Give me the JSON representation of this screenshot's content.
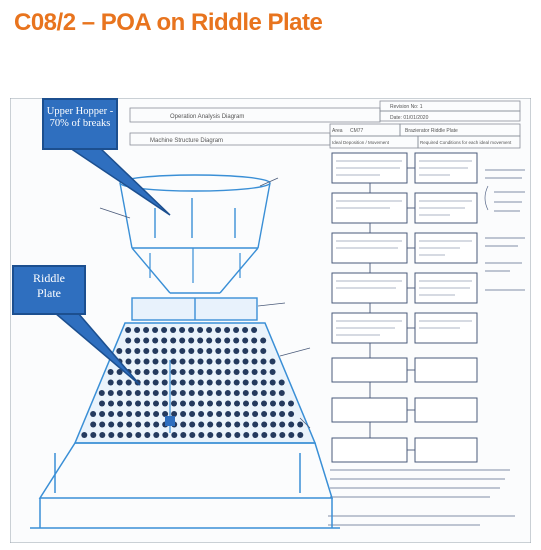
{
  "slide": {
    "title": "C08/2 – POA on Riddle Plate"
  },
  "callouts": {
    "upper_hopper": {
      "line1": "Upper Hopper -",
      "line2": "70% of breaks"
    },
    "riddle_plate": {
      "line1": "Riddle",
      "line2": "Plate"
    }
  },
  "form": {
    "header_left_top": "Operation Analysis Diagram",
    "header_left_bottom": "Machine Structure Diagram",
    "header_right_top": "Revision No: 1",
    "header_right_mid": "Date: 01/01/2020",
    "area_label": "Area",
    "area_value": "CM77",
    "area_name": "Brazierator Riddle Plate",
    "col1_header": "Ideal Deposition / Movement",
    "col2_header": "Required Conditions for each ideal movement"
  },
  "colors": {
    "accent": "#e8741e",
    "callout": "#2f6fbf",
    "sketch": "#3a8fd6"
  }
}
